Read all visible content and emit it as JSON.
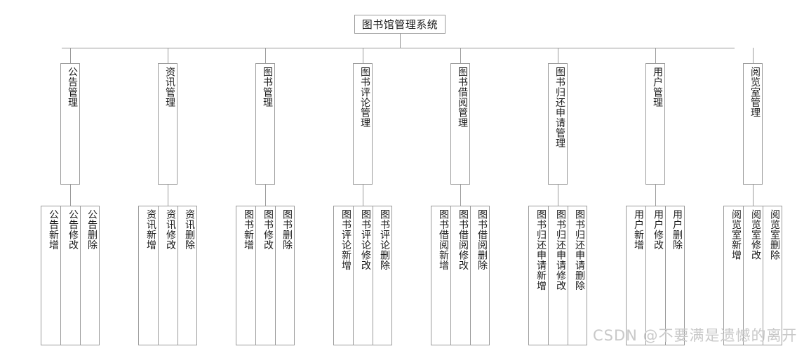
{
  "diagram": {
    "title": "图书馆管理系统",
    "root": {
      "label": "图书馆管理系统"
    },
    "watermark": "CSDN @不要满是遗憾的离开",
    "line_color": "#9a9a9a",
    "text_color": "#1a1a1a",
    "background": "#ffffff",
    "branches": [
      {
        "label": "公告管理",
        "leaves": [
          {
            "label": "公告新增"
          },
          {
            "label": "公告修改"
          },
          {
            "label": "公告删除"
          }
        ]
      },
      {
        "label": "资讯管理",
        "leaves": [
          {
            "label": "资讯新增"
          },
          {
            "label": "资讯修改"
          },
          {
            "label": "资讯删除"
          }
        ]
      },
      {
        "label": "图书管理",
        "leaves": [
          {
            "label": "图书新增"
          },
          {
            "label": "图书修改"
          },
          {
            "label": "图书删除"
          }
        ]
      },
      {
        "label": "图书评论管理",
        "leaves": [
          {
            "label": "图书评论新增"
          },
          {
            "label": "图书评论修改"
          },
          {
            "label": "图书评论删除"
          }
        ]
      },
      {
        "label": "图书借阅管理",
        "leaves": [
          {
            "label": "图书借阅新增"
          },
          {
            "label": "图书借阅修改"
          },
          {
            "label": "图书借阅删除"
          }
        ]
      },
      {
        "label": "图书归还申请管理",
        "leaves": [
          {
            "label": "图书归还申请新增"
          },
          {
            "label": "图书归还申请修改"
          },
          {
            "label": "图书归还申请删除"
          }
        ]
      },
      {
        "label": "用户管理",
        "leaves": [
          {
            "label": "用户新增"
          },
          {
            "label": "用户修改"
          },
          {
            "label": "用户删除"
          }
        ]
      },
      {
        "label": "阅览室管理",
        "leaves": [
          {
            "label": "阅览室新增"
          },
          {
            "label": "阅览室修改"
          },
          {
            "label": "阅览室删除"
          }
        ]
      }
    ]
  }
}
